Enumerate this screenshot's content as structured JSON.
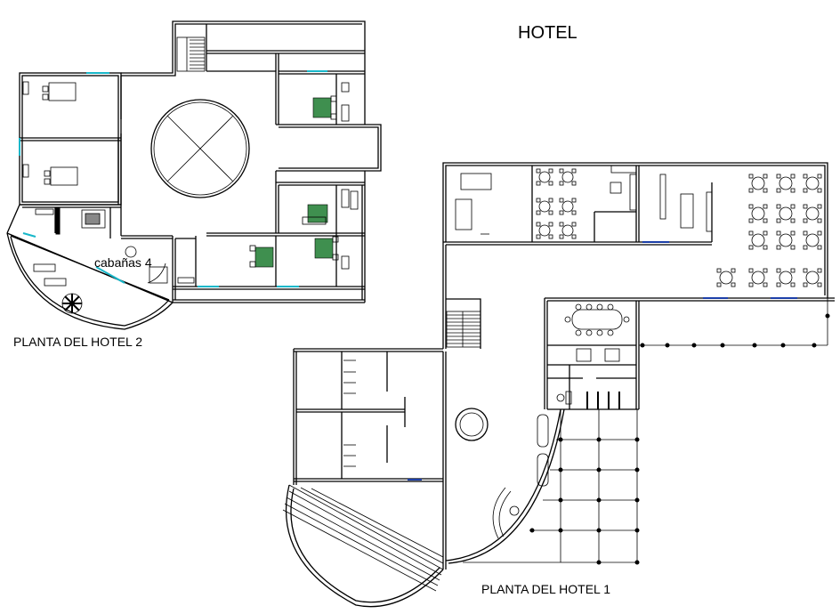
{
  "title": "HOTEL",
  "labels": {
    "plan_hotel_2": "PLANTA DEL HOTEL 2",
    "plan_hotel_1": "PLANTA DEL HOTEL 1",
    "cabanas": "cabañas 4"
  },
  "colors": {
    "walls": "#000000",
    "windows": "#18b7c9",
    "glazing": "#1c3fa8",
    "beds": "#3f8f4f",
    "background": "#ffffff"
  }
}
